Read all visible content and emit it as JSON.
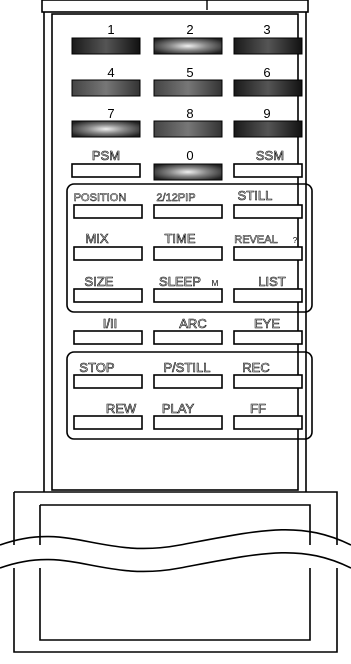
{
  "number_keys": [
    "1",
    "2",
    "3",
    "4",
    "5",
    "6",
    "7",
    "8",
    "9"
  ],
  "row_psm": [
    "PSM",
    "0",
    "SSM"
  ],
  "group1": {
    "row1": [
      "POSITION",
      "2/12PIP",
      "STILL"
    ],
    "row2": [
      "MIX",
      "TIME",
      "REVEAL"
    ],
    "row2_mark": "?",
    "row3": [
      "SIZE",
      "SLEEP",
      "LIST"
    ],
    "row3_mark": "M"
  },
  "row_mid": [
    "I/II",
    "ARC",
    "EYE"
  ],
  "group2": {
    "row1": [
      "STOP",
      "P/STILL",
      "REC"
    ],
    "row2": [
      "REW",
      "PLAY",
      "FF"
    ]
  }
}
